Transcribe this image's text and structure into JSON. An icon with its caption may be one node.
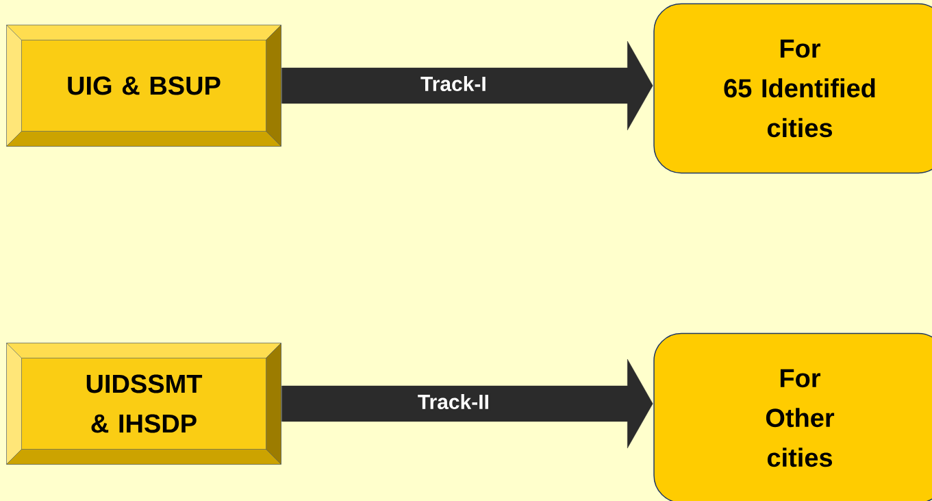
{
  "diagram": {
    "nodes": [
      {
        "text": [
          "UIG & BSUP"
        ]
      },
      {
        "text": [
          "For 65 Identified cities"
        ]
      },
      {
        "text": [
          "UIDSSMT & IHSDP"
        ]
      },
      {
        "text": [
          "For Other cities"
        ]
      }
    ],
    "edges": [
      {
        "from": 0,
        "to": 1,
        "arrow": "to",
        "label": "Track-I"
      },
      {
        "from": 2,
        "to": 3,
        "arrow": "to",
        "label": "Track-II"
      }
    ]
  }
}
